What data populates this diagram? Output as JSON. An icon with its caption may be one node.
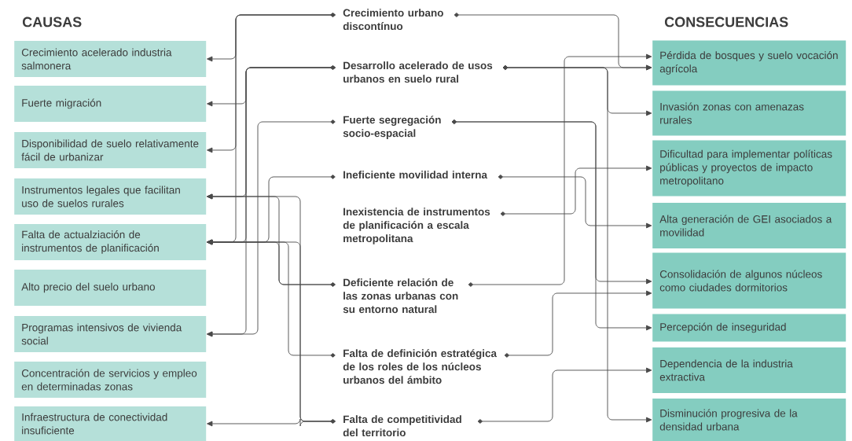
{
  "diagram": {
    "nodes": [
      {
        "text": [
          "Crecimiento acelerado industria salmonera"
        ]
      },
      {
        "text": [
          "Fuerte migración"
        ]
      },
      {
        "text": [
          "Disponibilidad de suelo relativamente fácil de urbanizar"
        ]
      },
      {
        "text": [
          "Instrumentos legales que facilitan uso de suelos rurales"
        ]
      },
      {
        "text": [
          "Falta de actualziación de instrumentos de planificación"
        ]
      },
      {
        "text": [
          "Alto precio del suelo urbano"
        ]
      },
      {
        "text": [
          "Programas intensivos de vivienda social"
        ]
      },
      {
        "text": [
          "Concentración de servicios y empleo en determinadas zonas"
        ]
      },
      {
        "text": [
          "Infraestructura de conectividad insuficiente"
        ]
      },
      {
        "text": [
          "Crecimiento urbano discontínuo"
        ]
      },
      {
        "text": [
          "Desarrollo acelerado de usos urbanos en suelo rural"
        ]
      },
      {
        "text": [
          "Fuerte segregación socio-espacial"
        ]
      },
      {
        "text": [
          "Ineficiente movilidad interna"
        ]
      },
      {
        "text": [
          "Inexistencia de instrumentos de planificación a escala metropolitana"
        ]
      },
      {
        "text": [
          "Deficiente relación de las zonas urbanas con su entorno natural"
        ]
      },
      {
        "text": [
          "Falta de definición estratégica de los roles de los núcleos urbanos del ámbito"
        ]
      },
      {
        "text": [
          "Falta de competitividad del territorio"
        ]
      },
      {
        "text": [
          "Pérdida de bosques y suelo vocación agrícola"
        ]
      },
      {
        "text": [
          "Invasión zonas con amenazas rurales"
        ]
      },
      {
        "text": [
          "Dificultad para implementar políticas públicas y proyectos de impacto metropolitano"
        ]
      },
      {
        "text": [
          "Alta generación de GEI asociados a movilidad"
        ]
      },
      {
        "text": [
          "Consolidación de algunos núcleos como ciudades dormitorios"
        ]
      },
      {
        "text": [
          "Percepción de inseguridad"
        ]
      },
      {
        "text": [
          "Dependencia de la industria extractiva"
        ]
      },
      {
        "text": [
          "Disminución progresiva de la densidad urbana"
        ]
      }
    ],
    "edges": [
      {
        "from": 9,
        "to": 0,
        "arrow": "to"
      },
      {
        "from": 9,
        "to": 2,
        "arrow": "to"
      },
      {
        "from": 9,
        "to": 4,
        "arrow": "to"
      },
      {
        "from": 10,
        "to": 1,
        "arrow": "to"
      },
      {
        "from": 10,
        "to": 3,
        "arrow": "to"
      },
      {
        "from": 10,
        "to": 4,
        "arrow": "to"
      },
      {
        "from": 10,
        "to": 6,
        "arrow": "to"
      },
      {
        "from": 11,
        "to": 6,
        "arrow": "to"
      },
      {
        "from": 12,
        "to": 4,
        "arrow": "to"
      },
      {
        "from": 14,
        "to": 3,
        "arrow": "to"
      },
      {
        "from": 14,
        "to": 4,
        "arrow": "to"
      },
      {
        "from": 15,
        "to": 4,
        "arrow": "to"
      },
      {
        "from": 16,
        "to": 3,
        "arrow": "to"
      },
      {
        "from": 16,
        "to": 4,
        "arrow": "to"
      },
      {
        "from": 16,
        "to": 8,
        "arrow": "to"
      },
      {
        "from": 9,
        "to": 17,
        "arrow": "to"
      },
      {
        "from": 10,
        "to": 17,
        "arrow": "to"
      },
      {
        "from": 10,
        "to": 18,
        "arrow": "to"
      },
      {
        "from": 10,
        "to": 24,
        "arrow": "to"
      },
      {
        "from": 11,
        "to": 21,
        "arrow": "to"
      },
      {
        "from": 11,
        "to": 22,
        "arrow": "to"
      },
      {
        "from": 12,
        "to": 20,
        "arrow": "to"
      },
      {
        "from": 13,
        "to": 19,
        "arrow": "to"
      },
      {
        "from": 14,
        "to": 17,
        "arrow": "to"
      },
      {
        "from": 15,
        "to": 21,
        "arrow": "to"
      },
      {
        "from": 16,
        "to": 23,
        "arrow": "to"
      }
    ],
    "labels": [
      "CAUSAS",
      "CONSECUENCIAS"
    ]
  }
}
